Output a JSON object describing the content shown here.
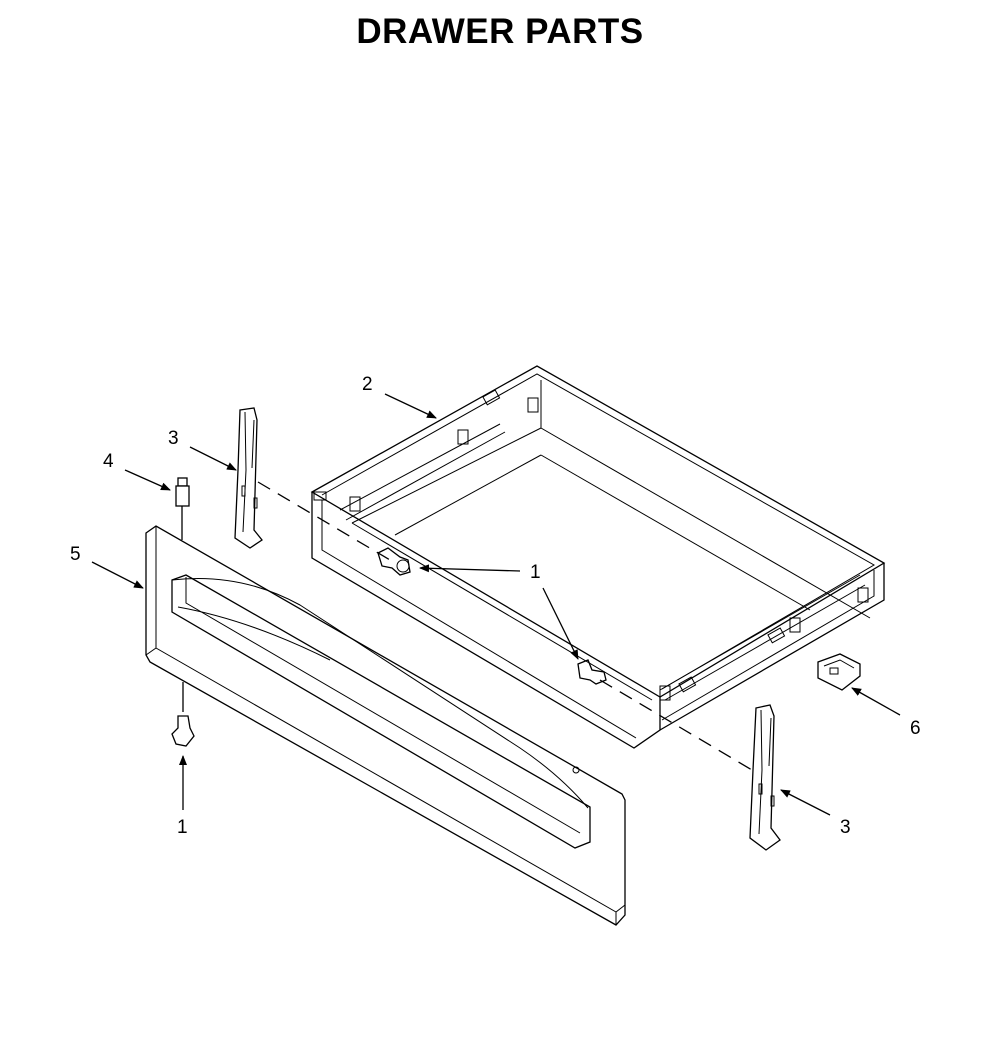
{
  "title": "DRAWER PARTS",
  "callouts": {
    "screw_top": "1",
    "screw_right": "1",
    "screw_bottom": "1",
    "drawer_body": "2",
    "slide_left": "3",
    "slide_right": "3",
    "stud": "4",
    "drawer_front": "5",
    "bracket": "6"
  }
}
